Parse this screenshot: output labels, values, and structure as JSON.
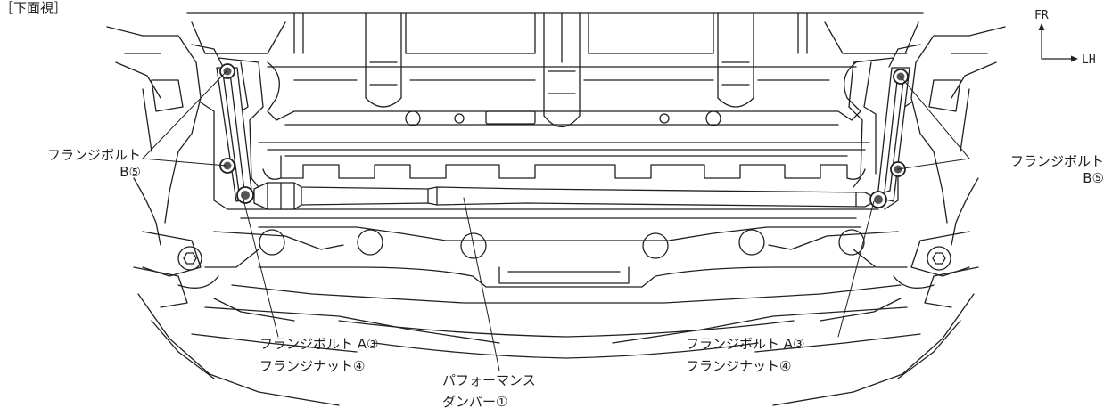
{
  "view_label": "［下面視］",
  "orientation": {
    "forward": "FR",
    "left": "LH"
  },
  "callouts": {
    "left_flange_bolt_b": {
      "line1": "フランジボルト",
      "line2": "B⑤"
    },
    "right_flange_bolt_b": {
      "line1": "フランジボルト",
      "line2": "B⑤"
    },
    "left_bolt_a_nut": {
      "line1": "フランジボルト A③",
      "line2": "フランジナット④"
    },
    "right_bolt_a_nut": {
      "line1": "フランジボルト A③",
      "line2": "フランジナット④"
    },
    "damper": {
      "line1": "パフォーマンス",
      "line2": "ダンパー①"
    }
  },
  "colors": {
    "ink": "#231f20",
    "paper": "#ffffff",
    "bolt": "#555555"
  }
}
